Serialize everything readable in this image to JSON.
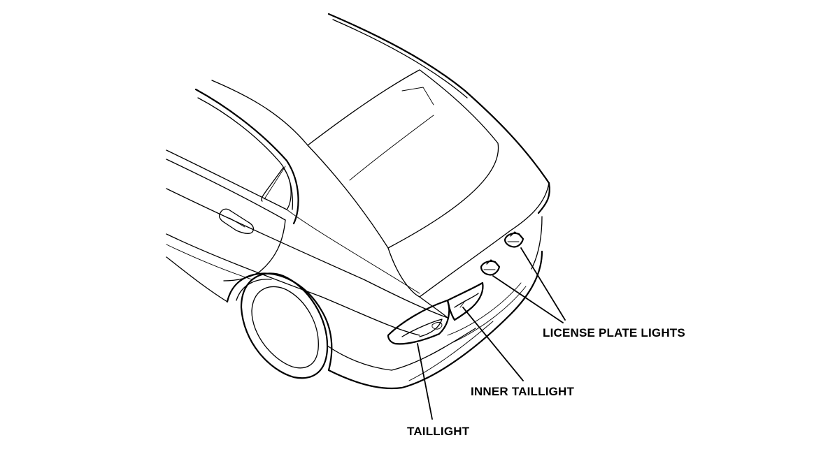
{
  "labels": {
    "license_plate_lights": "LICENSE PLATE LIGHTS",
    "inner_taillight": "INNER TAILLIGHT",
    "taillight": "TAILLIGHT"
  },
  "colors": {
    "line": "#000000",
    "background": "#ffffff"
  }
}
